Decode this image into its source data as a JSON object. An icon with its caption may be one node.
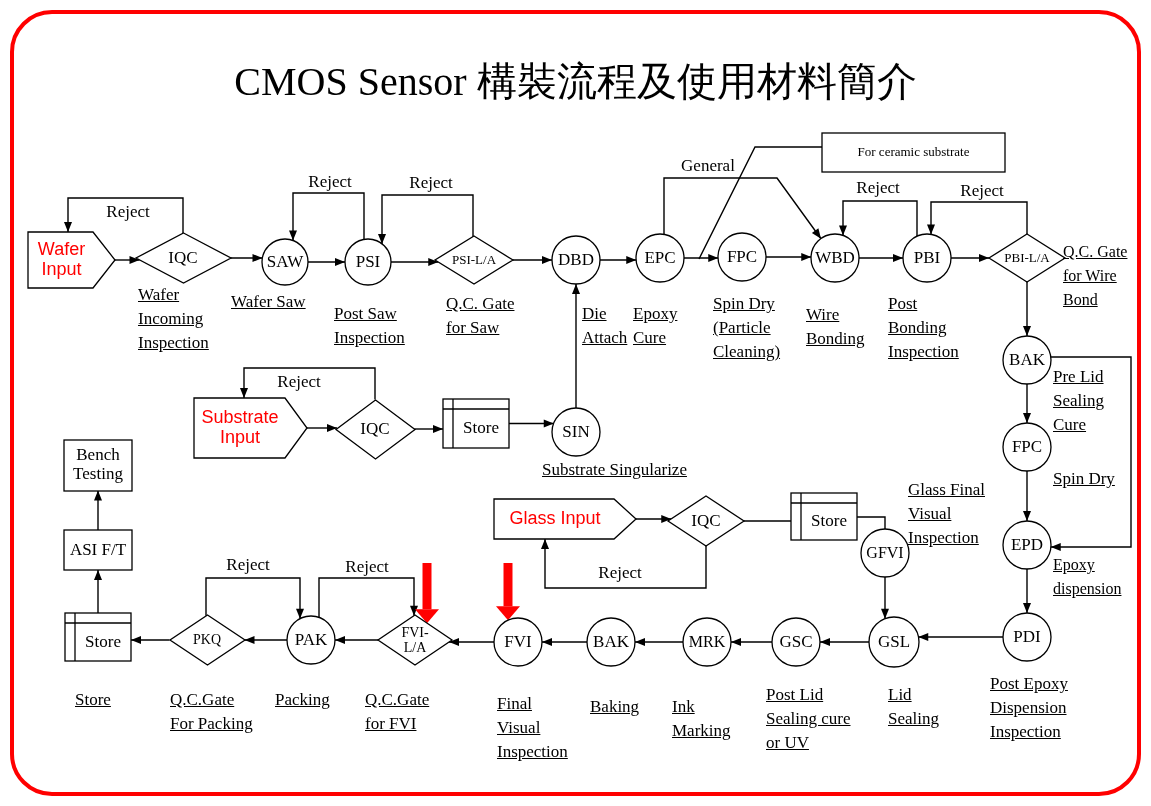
{
  "diagram": {
    "title": "CMOS Sensor 構裝流程及使用材料簡介",
    "nodes": [
      {
        "text": [
          "Wafer Input"
        ]
      },
      {
        "text": [
          "IQC"
        ],
        "beside": [
          "Wafer Incoming Inspection"
        ]
      },
      {
        "text": [
          "SAW"
        ],
        "beside": [
          "Wafer Saw"
        ]
      },
      {
        "text": [
          "PSI"
        ],
        "beside": [
          "Post Saw Inspection"
        ]
      },
      {
        "text": [
          "PSI-L/A"
        ],
        "beside": [
          "Q.C. Gate for Saw"
        ]
      },
      {
        "text": [
          "DBD"
        ],
        "beside": [
          "Die Attach"
        ]
      },
      {
        "text": [
          "EPC"
        ],
        "beside": [
          "Epoxy Cure"
        ]
      },
      {
        "text": [
          "FPC"
        ],
        "beside": [
          "Spin Dry (Particle Cleaning)"
        ]
      },
      {
        "text": [
          "WBD"
        ],
        "beside": [
          "Wire Bonding"
        ]
      },
      {
        "text": [
          "PBI"
        ],
        "beside": [
          "Post Bonding Inspection"
        ]
      },
      {
        "text": [
          "PBI-L/A"
        ],
        "beside": [
          "Q.C. Gate for Wire Bond"
        ]
      },
      {
        "text": [
          "For ceramic substrate"
        ]
      },
      {
        "text": [
          "BAK"
        ],
        "beside": [
          "Pre Lid Sealing Cure"
        ]
      },
      {
        "text": [
          "FPC"
        ],
        "beside": [
          "Spin Dry"
        ]
      },
      {
        "text": [
          "EPD"
        ],
        "beside": [
          "Epoxy dispension"
        ]
      },
      {
        "text": [
          "PDI"
        ],
        "beside": [
          "Post Epoxy Dispension Inspection"
        ]
      },
      {
        "text": [
          "Substrate Input"
        ]
      },
      {
        "text": [
          "IQC"
        ]
      },
      {
        "text": [
          "Store"
        ]
      },
      {
        "text": [
          "SIN"
        ],
        "beside": [
          "Substrate Singularize"
        ]
      },
      {
        "text": [
          "Glass Input"
        ]
      },
      {
        "text": [
          "IQC"
        ]
      },
      {
        "text": [
          "Store"
        ]
      },
      {
        "text": [
          "GFVI"
        ],
        "beside": [
          "Glass Final Visual Inspection"
        ]
      },
      {
        "text": [
          "GSL"
        ],
        "beside": [
          "Lid Sealing"
        ]
      },
      {
        "text": [
          "GSC"
        ],
        "beside": [
          "Post Lid Sealing cure or UV"
        ]
      },
      {
        "text": [
          "MRK"
        ],
        "beside": [
          "Ink Marking"
        ]
      },
      {
        "text": [
          "BAK"
        ],
        "beside": [
          "Baking"
        ]
      },
      {
        "text": [
          "FVI"
        ],
        "beside": [
          "Final Visual Inspection"
        ]
      },
      {
        "text": [
          "FVI-L/A"
        ],
        "beside": [
          "Q.C.Gate for FVI"
        ]
      },
      {
        "text": [
          "PAK"
        ],
        "beside": [
          "Packing"
        ]
      },
      {
        "text": [
          "PKQ"
        ],
        "beside": [
          "Q.C.Gate For Packing"
        ]
      },
      {
        "text": [
          "Store"
        ],
        "beside": [
          "Store"
        ]
      },
      {
        "text": [
          "ASI F/T"
        ]
      },
      {
        "text": [
          "Bench Testing"
        ]
      }
    ],
    "edges": [
      {
        "from": 0,
        "to": 1,
        "arrow": "to"
      },
      {
        "from": 1,
        "to": 0,
        "arrow": "to",
        "label": "Reject"
      },
      {
        "from": 1,
        "to": 2,
        "arrow": "to"
      },
      {
        "from": 2,
        "to": 3,
        "arrow": "to"
      },
      {
        "from": 3,
        "to": 2,
        "arrow": "to",
        "label": "Reject"
      },
      {
        "from": 3,
        "to": 4,
        "arrow": "to"
      },
      {
        "from": 4,
        "to": 3,
        "arrow": "to",
        "label": "Reject"
      },
      {
        "from": 4,
        "to": 5,
        "arrow": "to"
      },
      {
        "from": 5,
        "to": 6,
        "arrow": "to"
      },
      {
        "from": 6,
        "to": 7,
        "arrow": "to"
      },
      {
        "from": 6,
        "to": 8,
        "arrow": "to",
        "label": "General"
      },
      {
        "from": 7,
        "to": 8,
        "arrow": "to"
      },
      {
        "from": 8,
        "to": 9,
        "arrow": "to"
      },
      {
        "from": 9,
        "to": 8,
        "arrow": "to",
        "label": "Reject"
      },
      {
        "from": 9,
        "to": 10,
        "arrow": "to"
      },
      {
        "from": 10,
        "to": 9,
        "arrow": "to",
        "label": "Reject"
      },
      {
        "from": 11,
        "to": null,
        "arrow": "none"
      },
      {
        "from": 10,
        "to": 12,
        "arrow": "to"
      },
      {
        "from": 12,
        "to": 13,
        "arrow": "to"
      },
      {
        "from": 13,
        "to": 14,
        "arrow": "to"
      },
      {
        "from": 12,
        "to": 14,
        "arrow": "to"
      },
      {
        "from": 14,
        "to": 15,
        "arrow": "to"
      },
      {
        "from": 15,
        "to": 24,
        "arrow": "to"
      },
      {
        "from": 16,
        "to": 17,
        "arrow": "to"
      },
      {
        "from": 17,
        "to": 16,
        "arrow": "to",
        "label": "Reject"
      },
      {
        "from": 17,
        "to": 18,
        "arrow": "to"
      },
      {
        "from": 18,
        "to": 19,
        "arrow": "to"
      },
      {
        "from": 19,
        "to": 5,
        "arrow": "to"
      },
      {
        "from": 20,
        "to": 21,
        "arrow": "to"
      },
      {
        "from": 21,
        "to": 20,
        "arrow": "to",
        "label": "Reject"
      },
      {
        "from": 21,
        "to": 22,
        "arrow": "none"
      },
      {
        "from": 22,
        "to": 23,
        "arrow": "none"
      },
      {
        "from": 23,
        "to": 24,
        "arrow": "to"
      },
      {
        "from": 24,
        "to": 25,
        "arrow": "to"
      },
      {
        "from": 25,
        "to": 26,
        "arrow": "to"
      },
      {
        "from": 26,
        "to": 27,
        "arrow": "to"
      },
      {
        "from": 27,
        "to": 28,
        "arrow": "to"
      },
      {
        "from": 28,
        "to": 29,
        "arrow": "to"
      },
      {
        "from": 29,
        "to": 30,
        "arrow": "to"
      },
      {
        "from": 30,
        "to": 29,
        "arrow": "to",
        "label": "Reject"
      },
      {
        "from": 30,
        "to": 31,
        "arrow": "to"
      },
      {
        "from": 31,
        "to": 30,
        "arrow": "to",
        "label": "Reject"
      },
      {
        "from": 31,
        "to": 32,
        "arrow": "to"
      },
      {
        "from": 32,
        "to": 33,
        "arrow": "to"
      },
      {
        "from": 33,
        "to": 34,
        "arrow": "to"
      },
      {
        "from": null,
        "to": 29,
        "arrow": "to",
        "style": "thick",
        "color": "#ff0000"
      },
      {
        "from": null,
        "to": 28,
        "arrow": "to",
        "style": "thick",
        "color": "#ff0000"
      }
    ]
  }
}
